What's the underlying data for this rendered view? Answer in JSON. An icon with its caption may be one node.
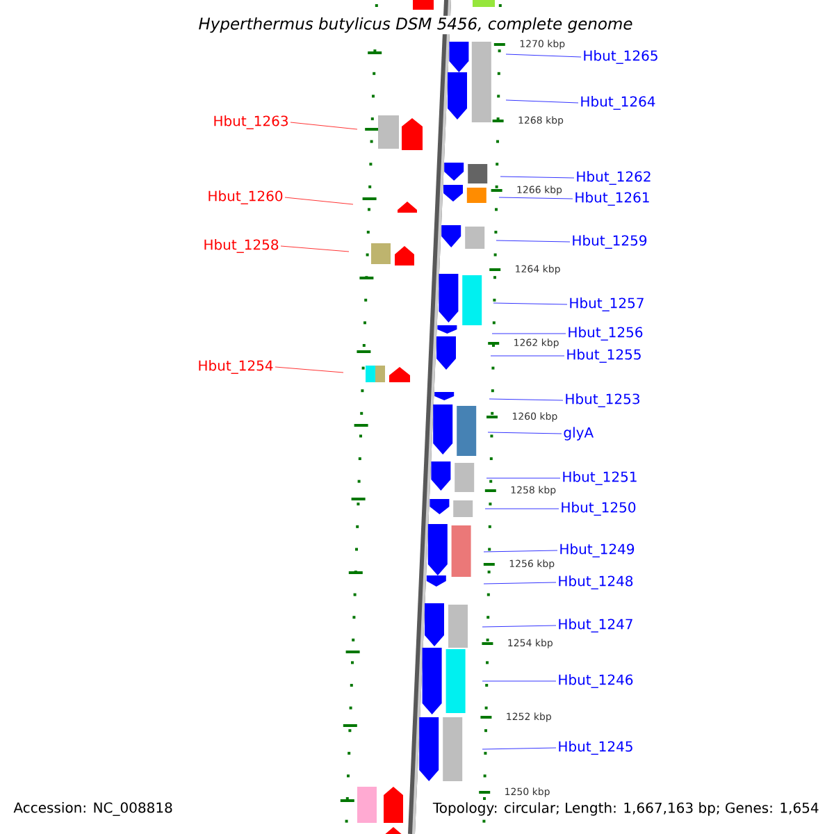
{
  "diagram": {
    "title": "Hyperthermus butylicus DSM 5456, complete genome",
    "nodes": [
      {
        "text": [
          "Hbut_1265"
        ]
      },
      {
        "text": [
          "Hbut_1264"
        ]
      },
      {
        "text": [
          "Hbut_1263"
        ]
      },
      {
        "text": [
          "Hbut_1262"
        ]
      },
      {
        "text": [
          "Hbut_1261"
        ]
      },
      {
        "text": [
          "Hbut_1260"
        ]
      },
      {
        "text": [
          "Hbut_1259"
        ]
      },
      {
        "text": [
          "Hbut_1258"
        ]
      },
      {
        "text": [
          "Hbut_1257"
        ]
      },
      {
        "text": [
          "Hbut_1256"
        ]
      },
      {
        "text": [
          "Hbut_1255"
        ]
      },
      {
        "text": [
          "Hbut_1254"
        ]
      },
      {
        "text": [
          "Hbut_1253"
        ]
      },
      {
        "text": [
          "glyA"
        ]
      },
      {
        "text": [
          "Hbut_1251"
        ]
      },
      {
        "text": [
          "Hbut_1250"
        ]
      },
      {
        "text": [
          "Hbut_1249"
        ]
      },
      {
        "text": [
          "Hbut_1248"
        ]
      },
      {
        "text": [
          "Hbut_1247"
        ]
      },
      {
        "text": [
          "Hbut_1246"
        ]
      },
      {
        "text": [
          "Hbut_1245"
        ]
      }
    ],
    "edges": [
      {
        "from": 0,
        "to": null,
        "arrow": "none"
      },
      {
        "from": 1,
        "to": null,
        "arrow": "none"
      },
      {
        "from": 2,
        "to": null,
        "arrow": "none",
        "color": "#ff0000"
      },
      {
        "from": 3,
        "to": null,
        "arrow": "none"
      },
      {
        "from": 4,
        "to": null,
        "arrow": "none"
      },
      {
        "from": 5,
        "to": null,
        "arrow": "none",
        "color": "#ff0000"
      },
      {
        "from": 6,
        "to": null,
        "arrow": "none"
      },
      {
        "from": 7,
        "to": null,
        "arrow": "none",
        "color": "#ff0000"
      },
      {
        "from": 8,
        "to": null,
        "arrow": "none"
      },
      {
        "from": 9,
        "to": null,
        "arrow": "none"
      },
      {
        "from": 10,
        "to": null,
        "arrow": "none"
      },
      {
        "from": 11,
        "to": null,
        "arrow": "none",
        "color": "#ff0000"
      },
      {
        "from": 12,
        "to": null,
        "arrow": "none"
      },
      {
        "from": 13,
        "to": null,
        "arrow": "none"
      },
      {
        "from": 14,
        "to": null,
        "arrow": "none"
      },
      {
        "from": 15,
        "to": null,
        "arrow": "none"
      },
      {
        "from": 16,
        "to": null,
        "arrow": "none"
      },
      {
        "from": 17,
        "to": null,
        "arrow": "none"
      },
      {
        "from": 18,
        "to": null,
        "arrow": "none"
      },
      {
        "from": 19,
        "to": null,
        "arrow": "none"
      },
      {
        "from": 20,
        "to": null,
        "arrow": "none"
      }
    ],
    "labels": [
      "1270 kbp",
      "1268 kbp",
      "1266 kbp",
      "1264 kbp",
      "1262 kbp",
      "1260 kbp",
      "1258 kbp",
      "1256 kbp",
      "1254 kbp",
      "1252 kbp",
      "1250 kbp",
      "Accession: NC_008818",
      "Topology: circular; Length: 1,667,163 bp; Genes: 1,654"
    ]
  }
}
